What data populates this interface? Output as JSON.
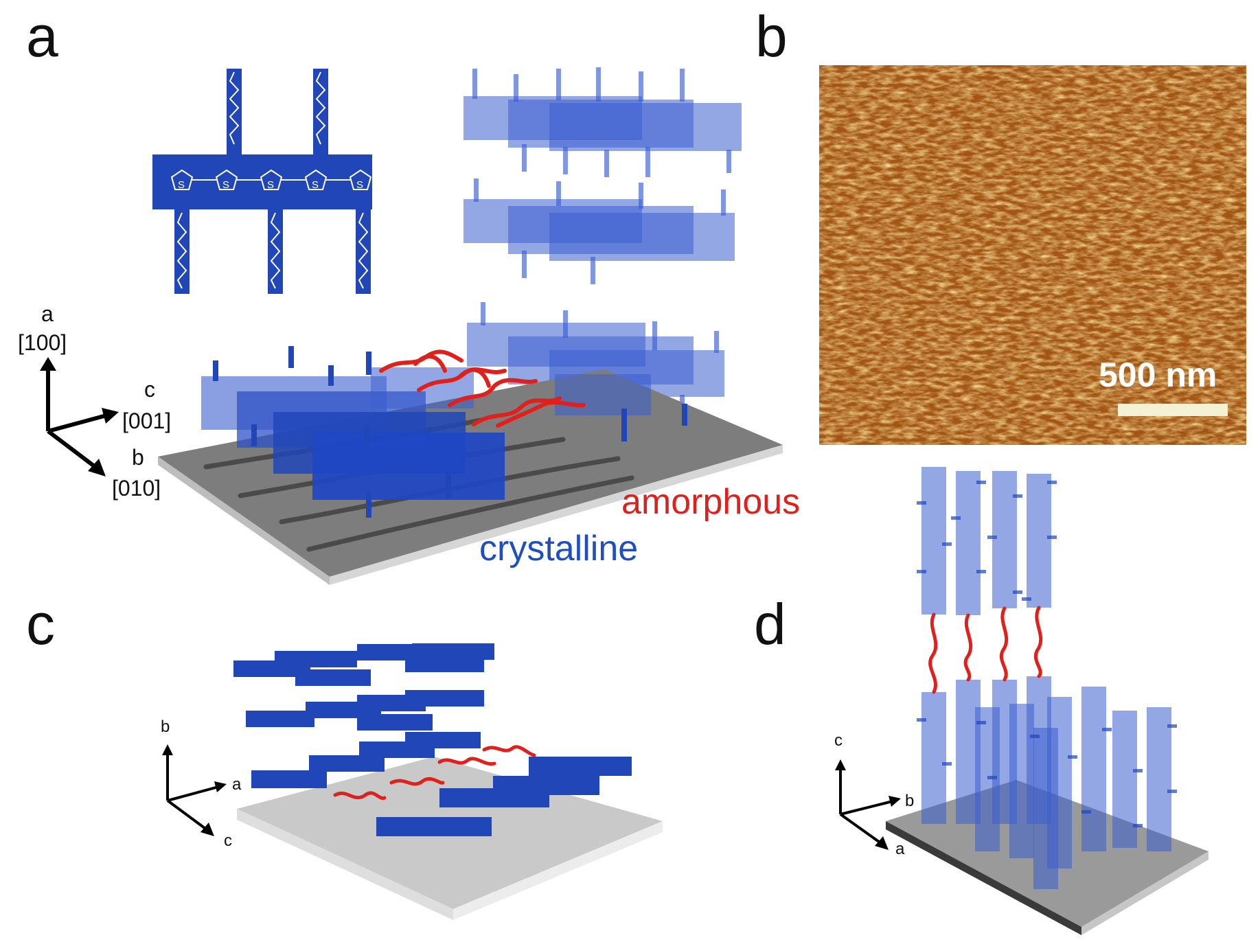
{
  "panels": {
    "a": {
      "letter": "a",
      "axes": {
        "up": {
          "label": "a",
          "index": "[100]"
        },
        "right": {
          "label": "c",
          "index": "[001]"
        },
        "diag": {
          "label": "b",
          "index": "[010]"
        }
      },
      "legend": {
        "amorphous": "amorphous",
        "crystalline": "crystalline"
      },
      "monomer_atom": "S"
    },
    "b": {
      "letter": "b",
      "scale_bar": "500 nm"
    },
    "c": {
      "letter": "c",
      "axes": {
        "up": "b",
        "right": "a",
        "diag": "c"
      }
    },
    "d": {
      "letter": "d",
      "axes": {
        "up": "c",
        "right": "b",
        "diag": "a"
      }
    }
  },
  "colors": {
    "crystalline_blue": "#2146b8",
    "translucent_blue": "#3c5fcf",
    "amorphous_red": "#e0201c",
    "substrate_gray": "#7d7d7d",
    "afm_brown": "#a25514"
  }
}
